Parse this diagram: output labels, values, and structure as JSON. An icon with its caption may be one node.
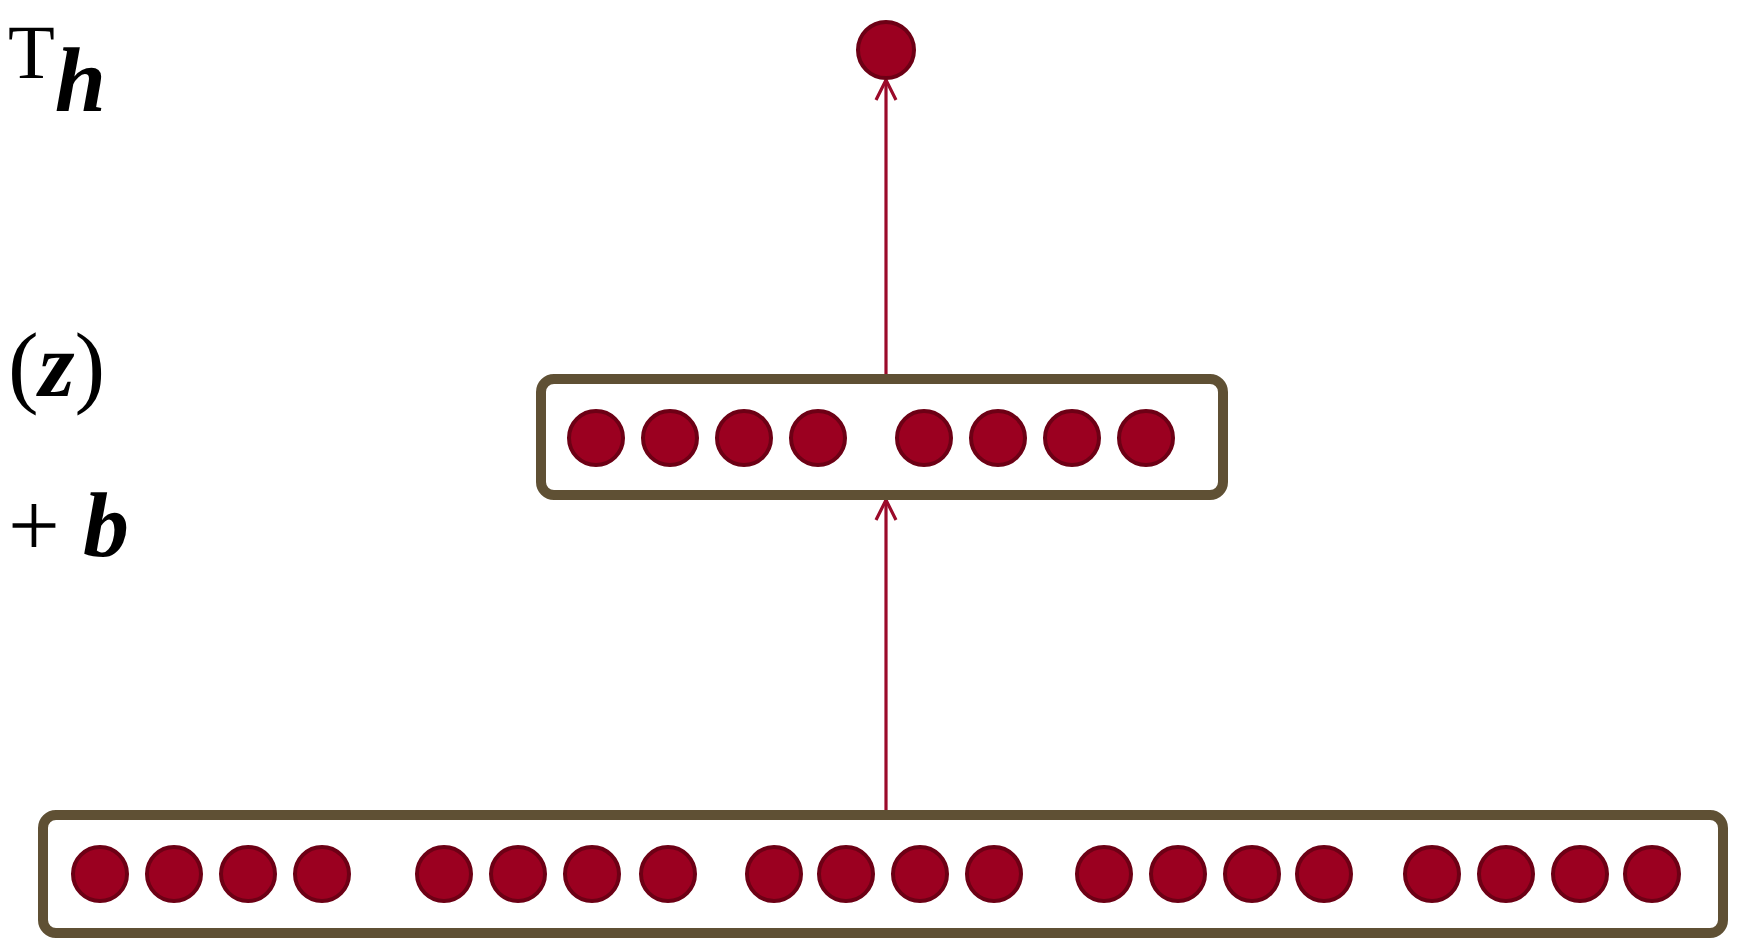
{
  "diagram": {
    "nodes": [
      {
        "text": [],
        "shape": "circle"
      },
      {
        "text": [],
        "shape": "box"
      },
      {
        "text": [],
        "shape": "box"
      }
    ],
    "edges": [
      {
        "from": 2,
        "to": 1,
        "arrow": "to"
      },
      {
        "from": 1,
        "to": 0,
        "arrow": "to"
      }
    ],
    "labels": [
      "$^{T}$**h**",
      "(**z**)",
      "+ **b**"
    ]
  }
}
